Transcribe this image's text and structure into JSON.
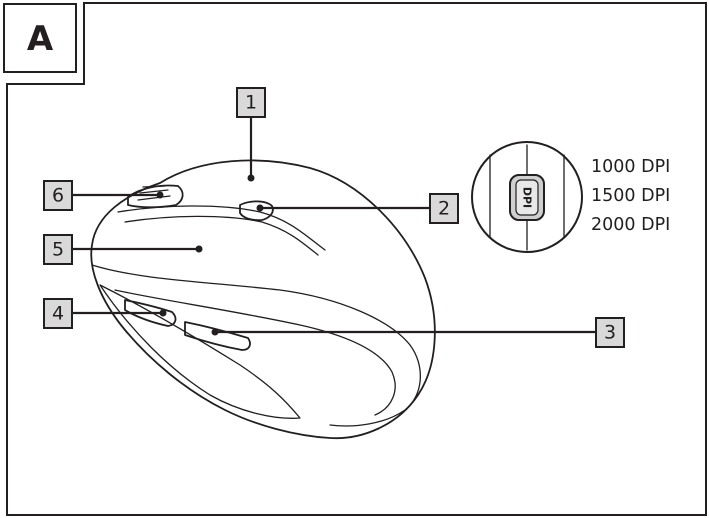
{
  "panel": {
    "letter": "A"
  },
  "callouts": [
    {
      "id": "1",
      "label": "1"
    },
    {
      "id": "2",
      "label": "2"
    },
    {
      "id": "3",
      "label": "3"
    },
    {
      "id": "4",
      "label": "4"
    },
    {
      "id": "5",
      "label": "5"
    },
    {
      "id": "6",
      "label": "6"
    }
  ],
  "dpi_switch": {
    "button_label": "DPI",
    "options": [
      "1000 DPI",
      "1500 DPI",
      "2000 DPI"
    ]
  }
}
